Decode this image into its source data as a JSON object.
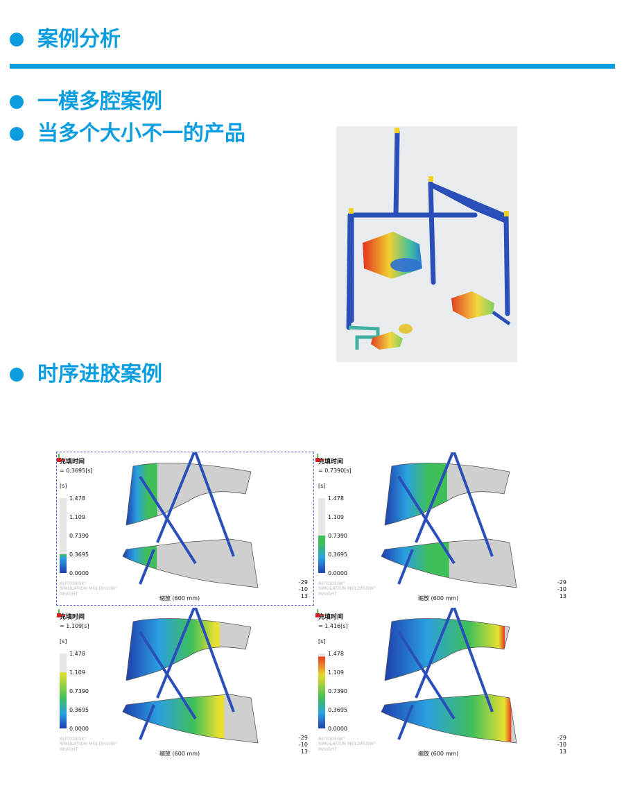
{
  "headings": {
    "case_analysis": "案例分析",
    "bullet1": "一模多腔案例",
    "bullet2": "当多个大小不一的产品",
    "bullet3": "时序进胶案例"
  },
  "colors": {
    "accent": "#0a9de0"
  },
  "panels": [
    {
      "title": "充填时间",
      "time": "= 0.3695[s]",
      "unit": "[s]",
      "legend": [
        "1.478",
        "1.109",
        "0.7390",
        "0.3695",
        "0.0000"
      ],
      "watermark": [
        "AUTODESK°",
        "SIMULATION MOLDFLOW°",
        "INSIGHT"
      ],
      "zoom": "缩放 (600 mm)",
      "axis": [
        "-29",
        "-10",
        "13"
      ],
      "fill_fraction": 0.25
    },
    {
      "title": "充填时间",
      "time": "= 0.7390[s]",
      "unit": "[s]",
      "legend": [
        "1.478",
        "1.109",
        "0.7390",
        "0.3695",
        "0.0000"
      ],
      "watermark": [
        "AUTODESK°",
        "SIMULATION MOLDFLOW°",
        "INSIGHT"
      ],
      "zoom": "缩放 (600 mm)",
      "axis": [
        "-29",
        "-10",
        "13"
      ],
      "fill_fraction": 0.5
    },
    {
      "title": "充填时间",
      "time": "= 1.109[s]",
      "unit": "[s]",
      "legend": [
        "1.478",
        "1.109",
        "0.7390",
        "0.3695",
        "0.0000"
      ],
      "watermark": [
        "AUTODESK°",
        "SIMULATION MOLDFLOW°",
        "INSIGHT"
      ],
      "zoom": "缩放 (600 mm)",
      "axis": [
        "-29",
        "-10",
        "13"
      ],
      "fill_fraction": 0.75
    },
    {
      "title": "充填时间",
      "time": "= 1.416[s]",
      "unit": "[s]",
      "legend": [
        "1.478",
        "1.109",
        "0.7390",
        "0.3695",
        "0.0000"
      ],
      "watermark": [
        "AUTODESK°",
        "SIMULATION MOLDFLOW°",
        "INSIGHT"
      ],
      "zoom": "缩放 (600 mm)",
      "axis": [
        "-29",
        "-10",
        "13"
      ],
      "fill_fraction": 0.96
    }
  ]
}
